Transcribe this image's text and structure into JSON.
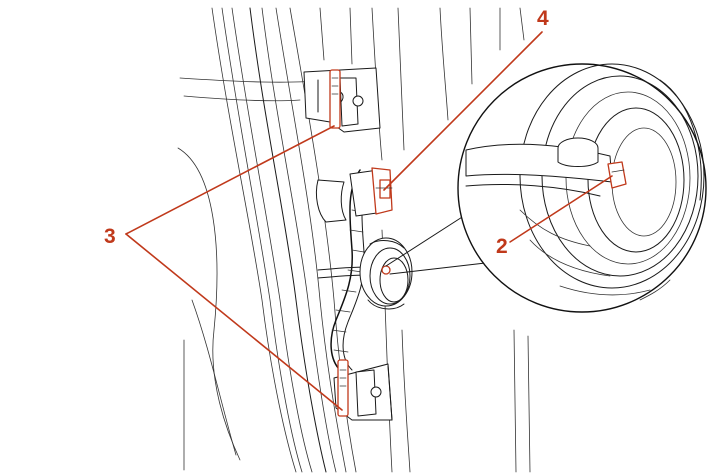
{
  "callouts": [
    {
      "id": "4",
      "label": "4"
    },
    {
      "id": "3",
      "label": "3"
    },
    {
      "id": "2",
      "label": "2"
    }
  ],
  "colors": {
    "accent": "#c0391b",
    "line": "#1a1a1a",
    "background": "#ffffff"
  }
}
